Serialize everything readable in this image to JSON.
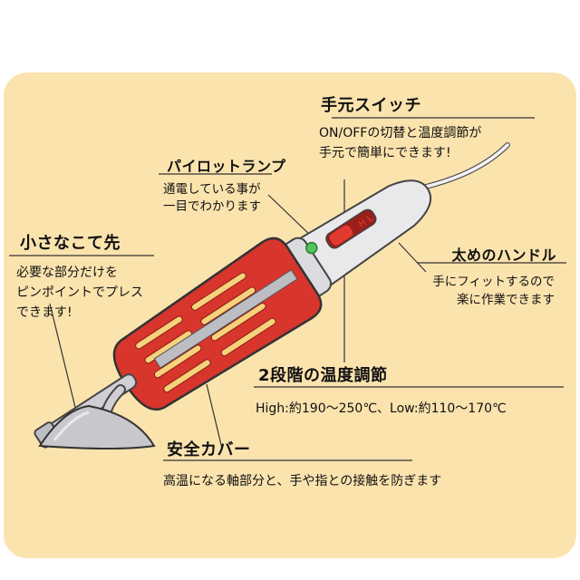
{
  "colors": {
    "background": "#fbe3ae",
    "cover_red": "#d8352d",
    "slot_yellow": "#f6d27a",
    "body_grey": "#e9e9ec",
    "tip_grey": "#c7c7cc",
    "lamp_green": "#4fc45a"
  },
  "callouts": {
    "switch": {
      "title": "手元スイッチ",
      "line1": "ON/OFFの切替と温度調節が",
      "line2": "手元で簡単にできます!"
    },
    "lamp": {
      "title": "パイロットランプ",
      "line1": "通電している事が",
      "line2": "一目でわかります"
    },
    "tip": {
      "title": "小さなこて先",
      "line1": "必要な部分だけを",
      "line2": "ピンポイントでプレス",
      "line3": "できます!"
    },
    "handle": {
      "title": "太めのハンドル",
      "line1": "手にフィットするので",
      "line2": "楽に作業できます"
    },
    "temp": {
      "title": "2段階の温度調節",
      "line1": "High:約190〜250℃、Low:約110〜170℃"
    },
    "cover": {
      "title": "安全カバー",
      "line1": "高温になる軸部分と、手や指との接触を防ぎます"
    }
  },
  "switch_marks": {
    "high": "H",
    "low": "L"
  }
}
